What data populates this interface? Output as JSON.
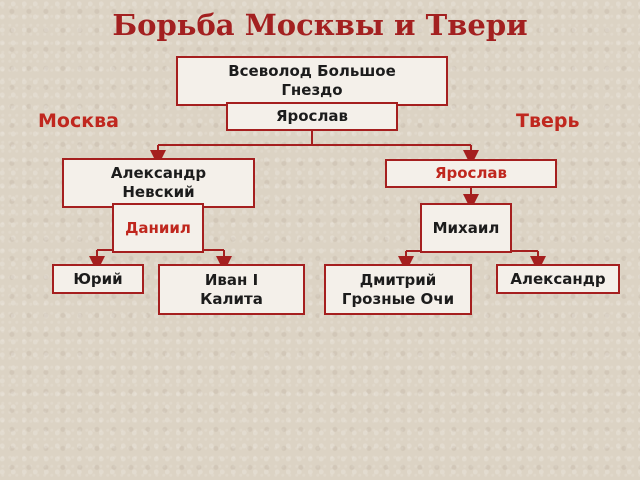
{
  "title": "Борьба Москвы и Твери",
  "sides": {
    "left": "Москва",
    "right": "Тверь"
  },
  "nodes": {
    "vsevolod": "Всеволод Большое Гнездо",
    "yaroslav_root": "Ярослав",
    "alexander_nevsky": "Александр Невский",
    "yaroslav_tver": "Ярослав",
    "daniil": "Даниил",
    "mikhail": "Михаил",
    "yuri": "Юрий",
    "ivan_kalita": "Иван I Калита",
    "dmitry": "Дмитрий Грозные Очи",
    "alexander_tver": "Александр"
  },
  "colors": {
    "title": "#a32020",
    "accent": "#c0271e",
    "box_border": "#a51f1f",
    "box_fill": "#f4f0ea"
  }
}
